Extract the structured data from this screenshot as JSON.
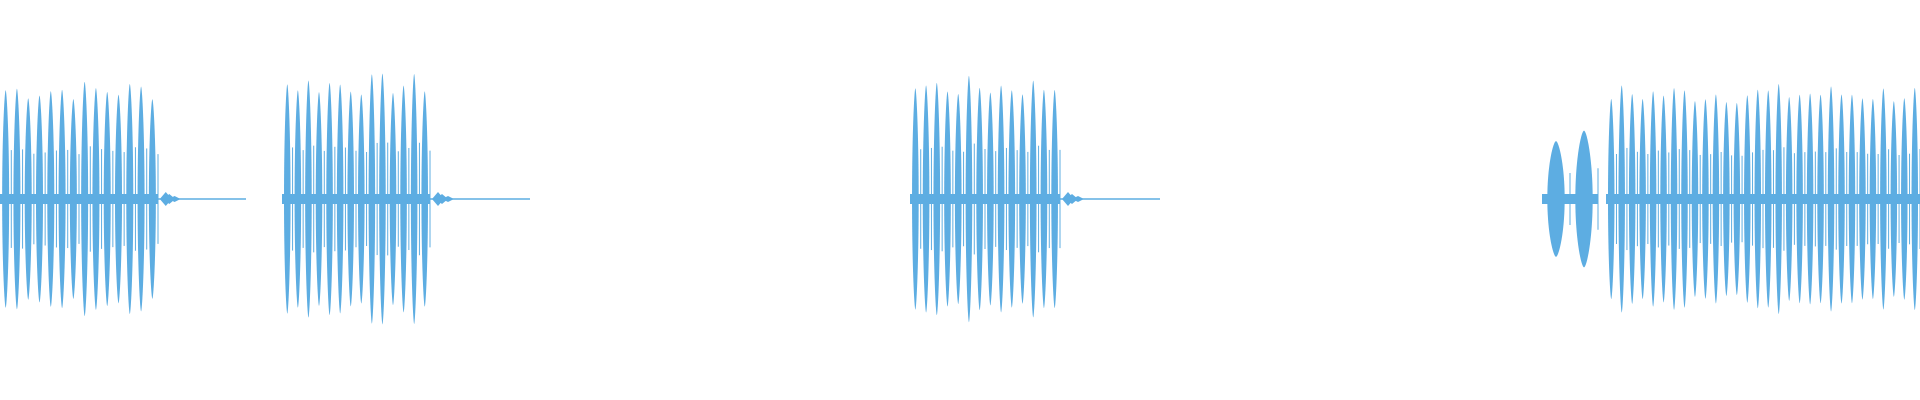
{
  "waveform": {
    "color": "#5dade2",
    "segments": [
      {
        "name": "segment-1",
        "burst_start_s": 0.0,
        "burst_end_s": 1.58,
        "pulse_count": 14,
        "amplitude": 0.95,
        "tail_end_s": 2.46
      },
      {
        "name": "segment-2",
        "burst_start_s": 2.82,
        "burst_end_s": 4.3,
        "pulse_count": 14,
        "amplitude": 1.0,
        "tail_end_s": 5.3
      },
      {
        "name": "segment-3",
        "burst_start_s": 9.1,
        "burst_end_s": 10.6,
        "pulse_count": 14,
        "amplitude": 0.98,
        "tail_end_s": 11.6
      },
      {
        "name": "segment-4",
        "burst_start_s": 15.42,
        "burst_end_s": 15.98,
        "pulse_count": 2,
        "amplitude": 0.55,
        "tail_end_s": 15.98
      },
      {
        "name": "segment-5",
        "burst_start_s": 16.06,
        "burst_end_s": 19.2,
        "pulse_count": 30,
        "amplitude": 0.92,
        "tail_end_s": 19.2
      }
    ],
    "total_duration_s": 19.2
  }
}
